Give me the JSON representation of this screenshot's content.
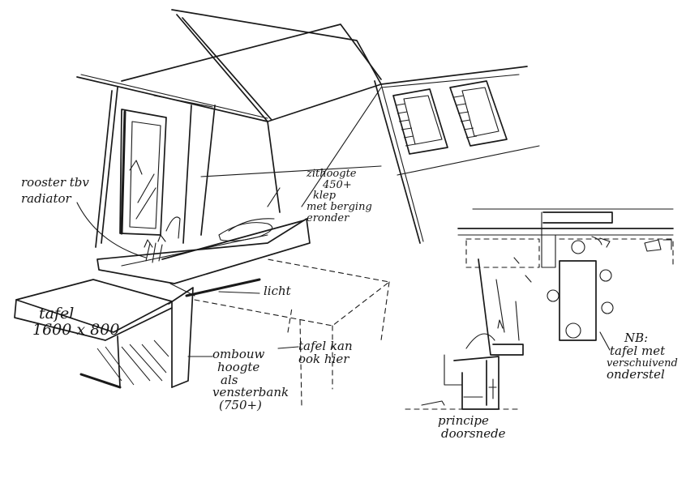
{
  "annotations": {
    "rooster": [
      "rooster tbv",
      "radiator"
    ],
    "zithoogte": [
      "zithoogte",
      "450+",
      "klep",
      "met berging",
      "eronder"
    ],
    "licht": "licht",
    "tafel": [
      "tafel",
      "1600 x 800"
    ],
    "ombouw": [
      "ombouw",
      "hoogte",
      "als",
      "vensterbank",
      "(750+)"
    ],
    "tafel_kan": [
      "tafel kan",
      "ook hier"
    ],
    "principe": [
      "principe",
      "doorsnede"
    ],
    "nb": [
      "NB:",
      "tafel met",
      "verschuivend",
      "onderstel"
    ]
  }
}
